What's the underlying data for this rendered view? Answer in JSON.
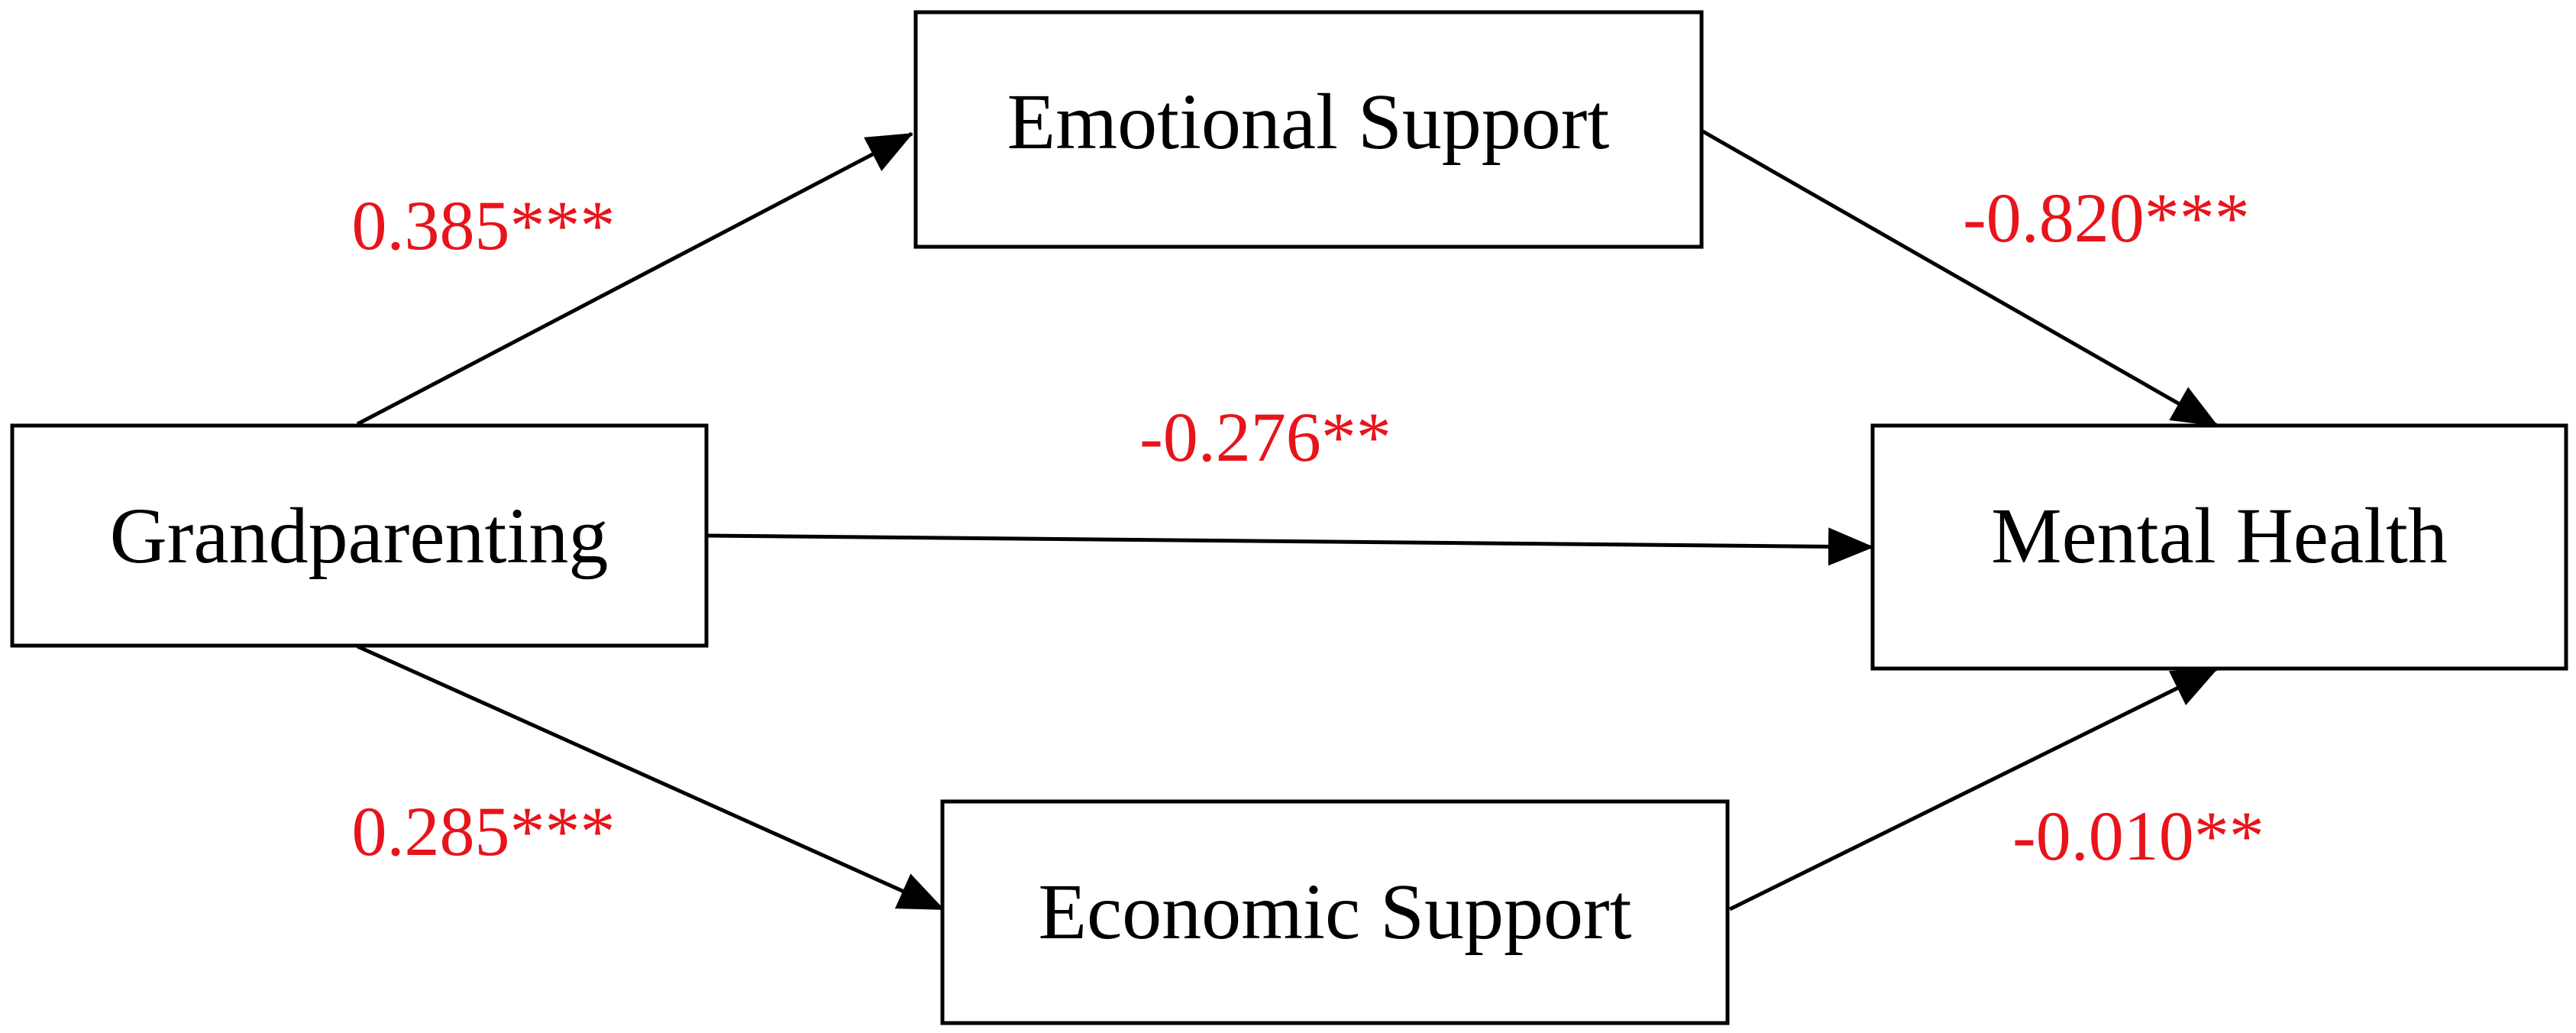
{
  "nodes": {
    "grandparenting": {
      "label": "Grandparenting"
    },
    "emotional_support": {
      "label": "Emotional Support"
    },
    "economic_support": {
      "label": "Economic Support"
    },
    "mental_health": {
      "label": "Mental Health"
    }
  },
  "edges": {
    "grandparenting_to_emotional": {
      "from": "Grandparenting",
      "to": "Emotional Support",
      "coefficient": "0.385***"
    },
    "emotional_to_mental": {
      "from": "Emotional Support",
      "to": "Mental Health",
      "coefficient": "-0.820***"
    },
    "grandparenting_to_mental": {
      "from": "Grandparenting",
      "to": "Mental Health",
      "coefficient": "-0.276**"
    },
    "grandparenting_to_economic": {
      "from": "Grandparenting",
      "to": "Economic Support",
      "coefficient": "0.285***"
    },
    "economic_to_mental": {
      "from": "Economic Support",
      "to": "Mental Health",
      "coefficient": "-0.010**"
    }
  },
  "colors": {
    "coefficient": "#e8141b",
    "line": "#000000"
  }
}
